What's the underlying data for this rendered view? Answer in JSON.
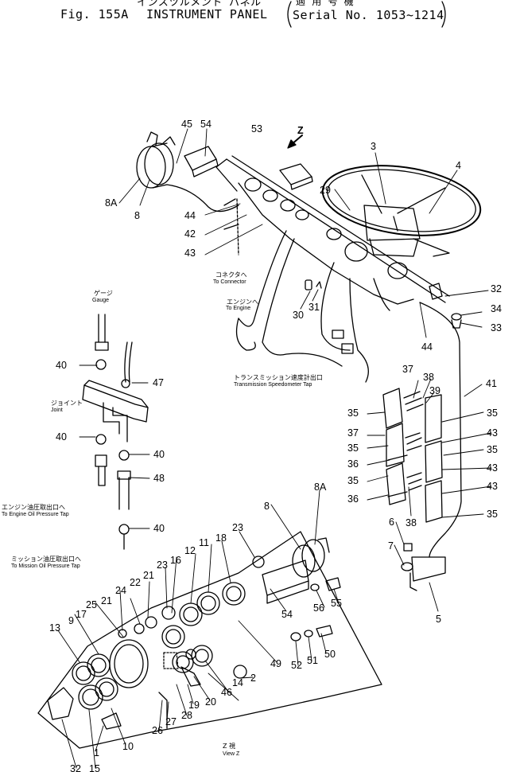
{
  "header": {
    "jp_title": "インスツルメント パネル",
    "fig": "Fig. 155A",
    "title": "INSTRUMENT PANEL",
    "serial_jp": "適 用 号 機",
    "serial": "Serial No. 1053~1214"
  },
  "notes": {
    "connector_jp": "コネクタへ",
    "connector": "To Connector",
    "engine_jp": "エンジンへ",
    "engine": "To Engine",
    "gauge_jp": "ゲージ",
    "gauge": "Gauge",
    "joint_jp": "ジョイント",
    "joint": "Joint",
    "trans_jp": "トランスミッション速度計出口",
    "trans": "Transmission Speedometer Tap",
    "eng_oil_jp": "エンジン油圧取出口へ",
    "eng_oil": "To Engine Oil Pressure Tap",
    "miss_oil_jp": "ミッション油圧取出口へ",
    "miss_oil": "To Mission Oil Pressure Tap",
    "view_jp": "Z 視",
    "view": "View Z",
    "z_mark": "Z"
  },
  "callouts": [
    {
      "id": "c45a",
      "text": "45"
    },
    {
      "id": "c54a",
      "text": "54"
    },
    {
      "id": "c53",
      "text": "53"
    },
    {
      "id": "c3",
      "text": "3"
    },
    {
      "id": "c4",
      "text": "4"
    },
    {
      "id": "c8Aa",
      "text": "8A"
    },
    {
      "id": "c8a",
      "text": "8"
    },
    {
      "id": "c29",
      "text": "29"
    },
    {
      "id": "c44a",
      "text": "44"
    },
    {
      "id": "c42",
      "text": "42"
    },
    {
      "id": "c43a",
      "text": "43"
    },
    {
      "id": "c30",
      "text": "30"
    },
    {
      "id": "c31",
      "text": "31"
    },
    {
      "id": "c32a",
      "text": "32"
    },
    {
      "id": "c34",
      "text": "34"
    },
    {
      "id": "c33",
      "text": "33"
    },
    {
      "id": "c44b",
      "text": "44"
    },
    {
      "id": "c40a",
      "text": "40"
    },
    {
      "id": "c47",
      "text": "47"
    },
    {
      "id": "c41",
      "text": "41"
    },
    {
      "id": "c37a",
      "text": "37"
    },
    {
      "id": "c38a",
      "text": "38"
    },
    {
      "id": "c39",
      "text": "39"
    },
    {
      "id": "c35a",
      "text": "35"
    },
    {
      "id": "c35b",
      "text": "35"
    },
    {
      "id": "c37b",
      "text": "37"
    },
    {
      "id": "c35c",
      "text": "35"
    },
    {
      "id": "c43b",
      "text": "43"
    },
    {
      "id": "c36a",
      "text": "36"
    },
    {
      "id": "c35d",
      "text": "35"
    },
    {
      "id": "c43c",
      "text": "43"
    },
    {
      "id": "c40b",
      "text": "40"
    },
    {
      "id": "c40c",
      "text": "40"
    },
    {
      "id": "c35e",
      "text": "35"
    },
    {
      "id": "c43d",
      "text": "43"
    },
    {
      "id": "c48",
      "text": "48"
    },
    {
      "id": "c36b",
      "text": "36"
    },
    {
      "id": "c38b",
      "text": "38"
    },
    {
      "id": "c35f",
      "text": "35"
    },
    {
      "id": "c40d",
      "text": "40"
    },
    {
      "id": "c6",
      "text": "6"
    },
    {
      "id": "c8Ab",
      "text": "8A"
    },
    {
      "id": "c8b",
      "text": "8"
    },
    {
      "id": "c7",
      "text": "7"
    },
    {
      "id": "c23a",
      "text": "23"
    },
    {
      "id": "c18",
      "text": "18"
    },
    {
      "id": "c11",
      "text": "11"
    },
    {
      "id": "c12",
      "text": "12"
    },
    {
      "id": "c16",
      "text": "16"
    },
    {
      "id": "c23b",
      "text": "23"
    },
    {
      "id": "c22",
      "text": "22"
    },
    {
      "id": "c21a",
      "text": "21"
    },
    {
      "id": "c24",
      "text": "24"
    },
    {
      "id": "c21b",
      "text": "21"
    },
    {
      "id": "c25",
      "text": "25"
    },
    {
      "id": "c17",
      "text": "17"
    },
    {
      "id": "c9",
      "text": "9"
    },
    {
      "id": "c13",
      "text": "13"
    },
    {
      "id": "c55",
      "text": "55"
    },
    {
      "id": "c56",
      "text": "56"
    },
    {
      "id": "c54b",
      "text": "54"
    },
    {
      "id": "c5",
      "text": "5"
    },
    {
      "id": "c50",
      "text": "50"
    },
    {
      "id": "c51",
      "text": "51"
    },
    {
      "id": "c52",
      "text": "52"
    },
    {
      "id": "c49",
      "text": "49"
    },
    {
      "id": "c2",
      "text": "2"
    },
    {
      "id": "c46",
      "text": "46"
    },
    {
      "id": "c14",
      "text": "14"
    },
    {
      "id": "c20",
      "text": "20"
    },
    {
      "id": "c19",
      "text": "19"
    },
    {
      "id": "c28",
      "text": "28"
    },
    {
      "id": "c27",
      "text": "27"
    },
    {
      "id": "c26",
      "text": "26"
    },
    {
      "id": "c10",
      "text": "10"
    },
    {
      "id": "c1",
      "text": "1"
    },
    {
      "id": "c32b",
      "text": "32"
    },
    {
      "id": "c15",
      "text": "15"
    }
  ]
}
